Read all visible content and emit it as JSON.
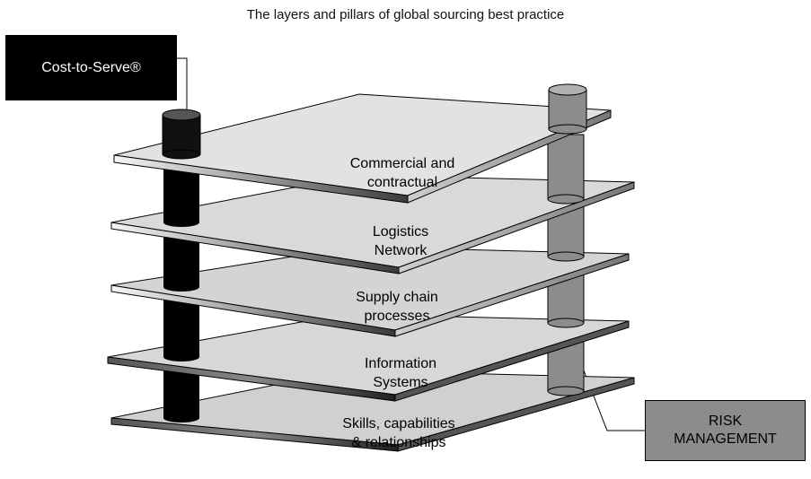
{
  "title": "The layers and pillars of global sourcing best practice",
  "pillars": {
    "left": {
      "label": "Cost-to-Serve®",
      "color": "#000000"
    },
    "right": {
      "label_line1": "RISK",
      "label_line2": "MANAGEMENT",
      "color": "#8c8c8c"
    }
  },
  "layers": [
    {
      "line1": "Commercial and",
      "line2": "contractual"
    },
    {
      "line1": "Logistics",
      "line2": "Network"
    },
    {
      "line1": "Supply chain",
      "line2": "processes"
    },
    {
      "line1": "Information",
      "line2": "Systems"
    },
    {
      "line1": "Skills, capabilities",
      "line2": "& relationships"
    }
  ]
}
